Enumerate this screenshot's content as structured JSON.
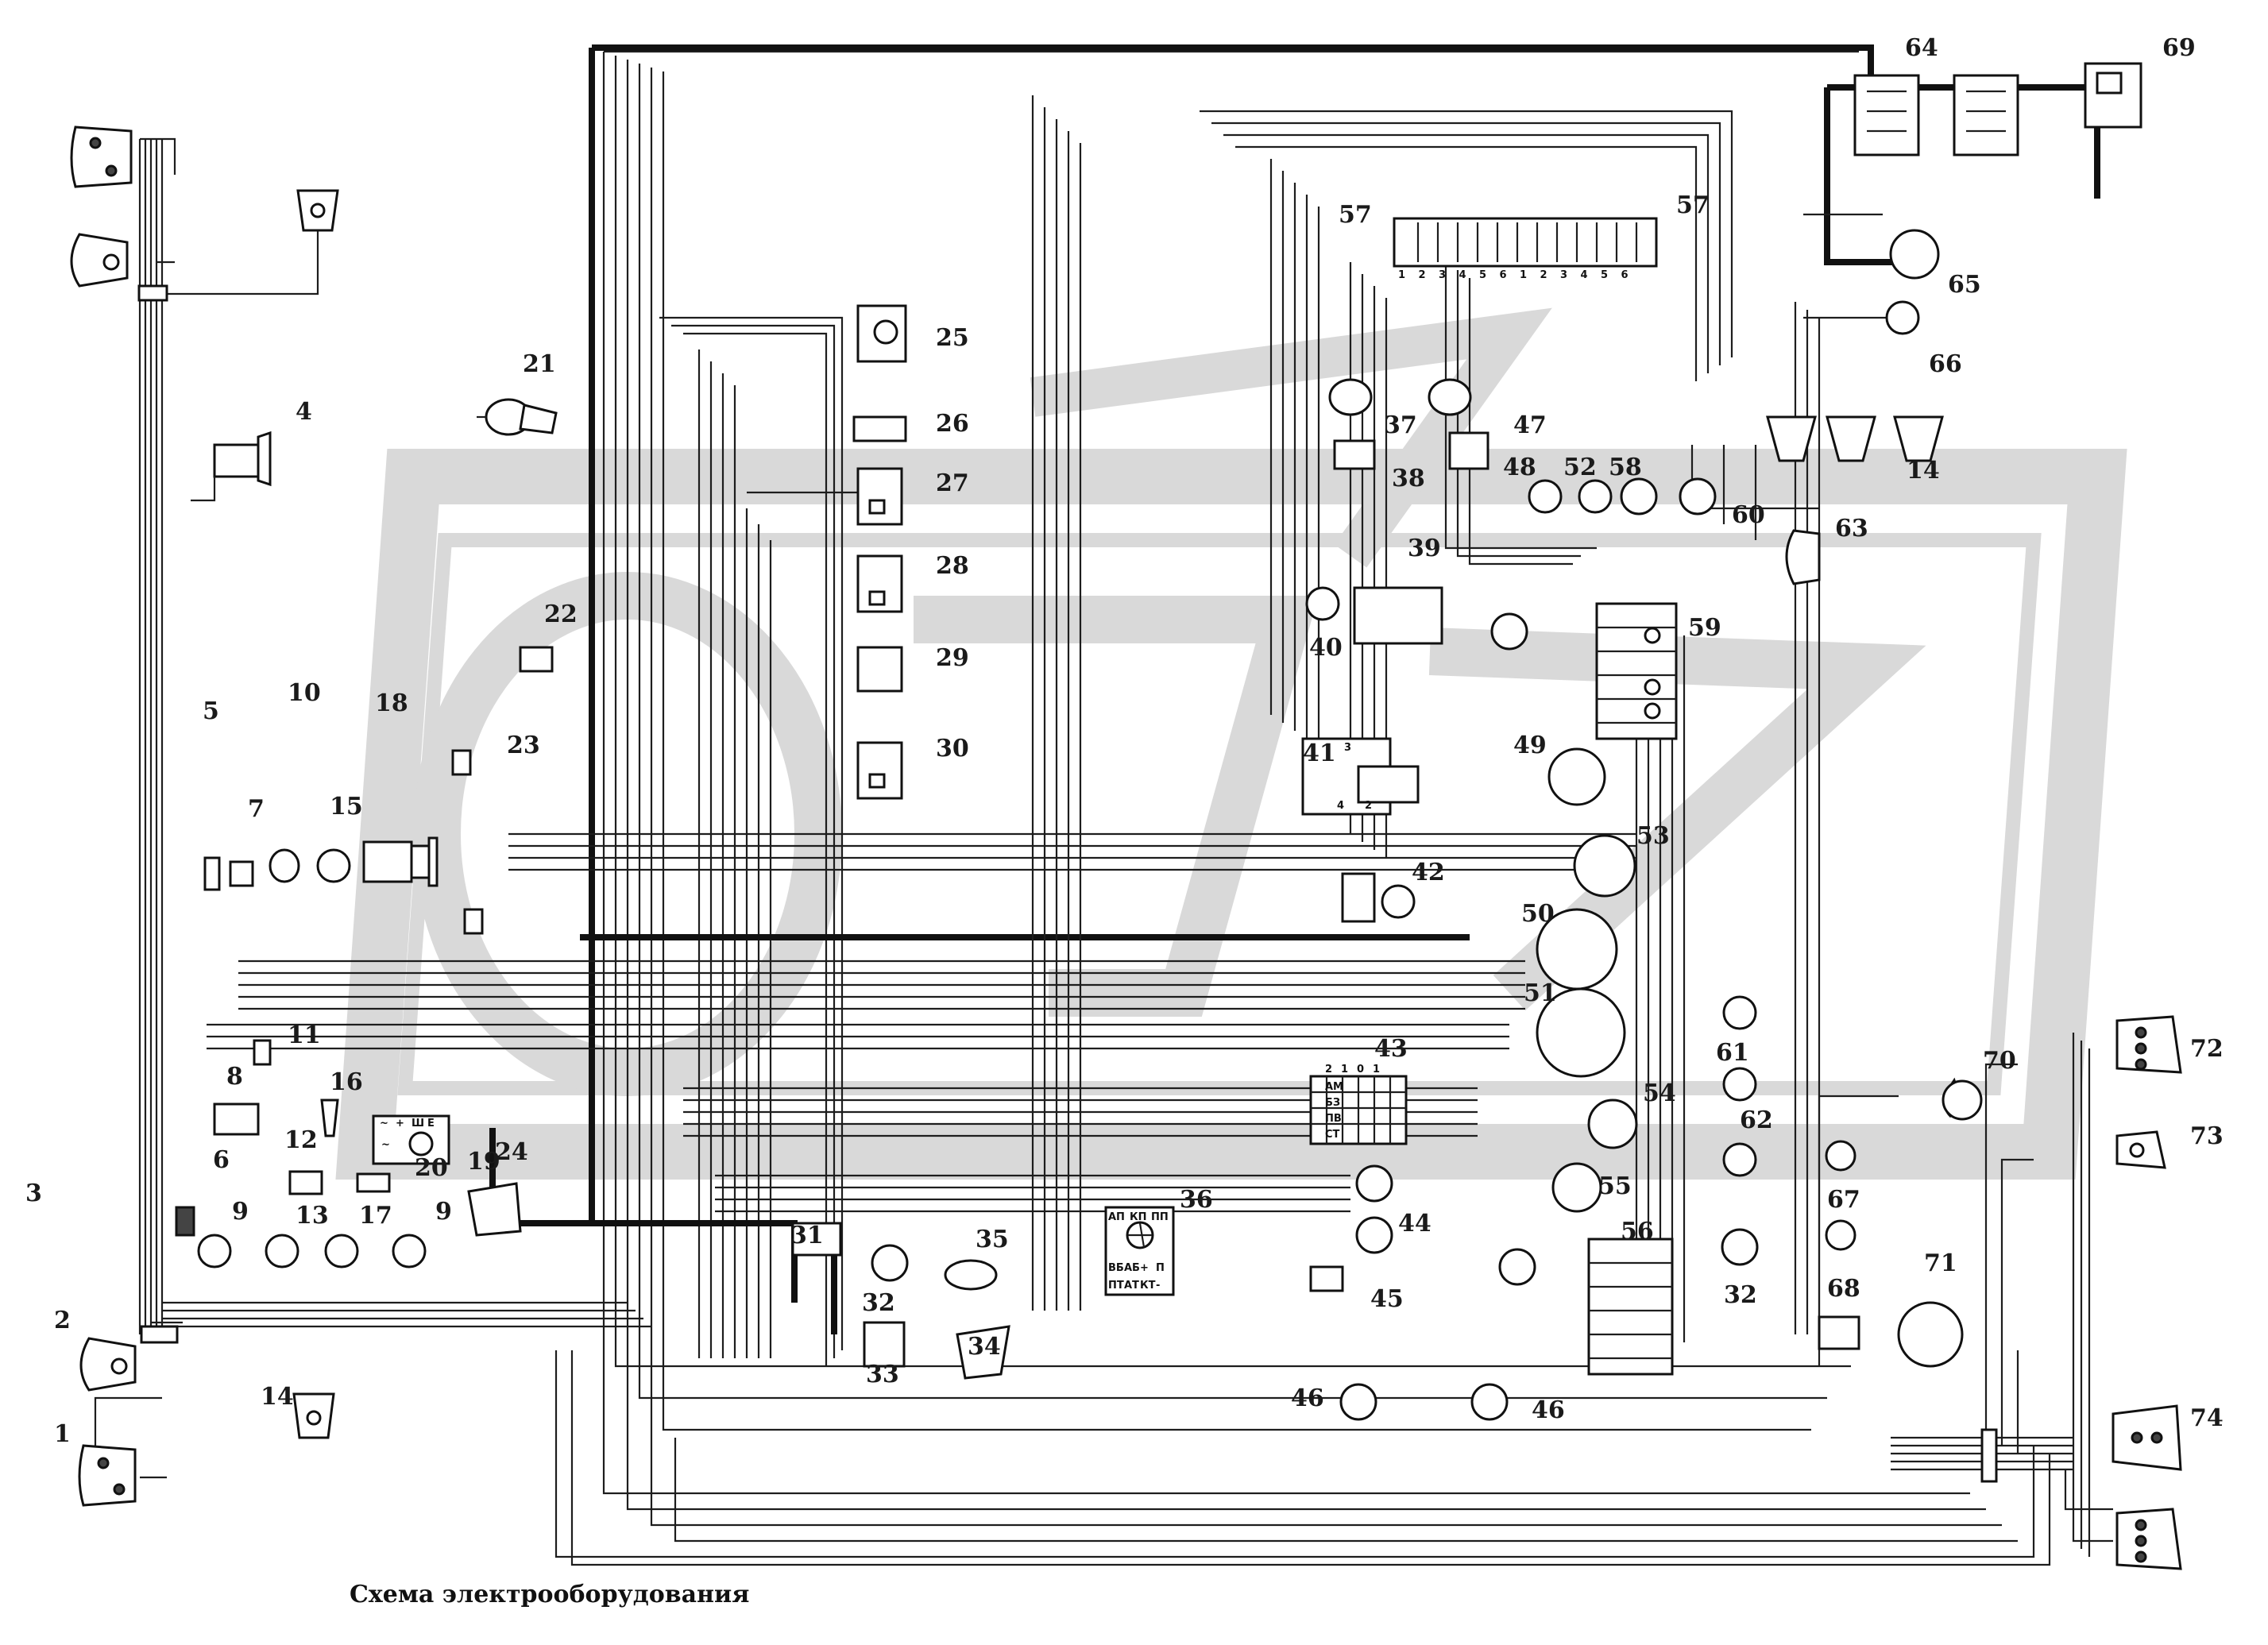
{
  "caption": "Схема электрооборудования",
  "labels": [
    "1",
    "2",
    "3",
    "4",
    "5",
    "6",
    "7",
    "8",
    "9",
    "9",
    "10",
    "11",
    "12",
    "13",
    "14",
    "14",
    "15",
    "16",
    "17",
    "18",
    "19",
    "20",
    "21",
    "22",
    "23",
    "24",
    "25",
    "26",
    "27",
    "28",
    "29",
    "30",
    "31",
    "32",
    "32",
    "33",
    "34",
    "35",
    "36",
    "37",
    "38",
    "39",
    "40",
    "41",
    "42",
    "43",
    "44",
    "45",
    "46",
    "46",
    "47",
    "48",
    "49",
    "50",
    "51",
    "52",
    "53",
    "54",
    "55",
    "56",
    "57",
    "57",
    "58",
    "59",
    "60",
    "61",
    "62",
    "63",
    "64",
    "65",
    "66",
    "67",
    "68",
    "69",
    "70",
    "71",
    "72",
    "73",
    "74"
  ],
  "terminal_marks": {
    "block57_bottom": [
      "1",
      "2",
      "3",
      "4",
      "5",
      "6",
      "1",
      "2",
      "3",
      "4",
      "5",
      "6"
    ],
    "sw41": [
      "3",
      "4",
      "2"
    ],
    "sw43_top": [
      "2",
      "1",
      "0",
      "1"
    ],
    "sw43_left": [
      "AM",
      "БЗ",
      "ПВ",
      "СТ"
    ],
    "relay36_top": [
      "АП",
      "КП",
      "ПП"
    ],
    "relay36_bottom": [
      "ВБ",
      "АБ",
      "+",
      "П"
    ],
    "relay36_bottom2": [
      "ПТ",
      "АТ",
      "КТ",
      "-"
    ],
    "gen19": [
      "~",
      "+",
      "Ш",
      "Е"
    ]
  },
  "colors": {
    "ink": "#1d1d1d",
    "paper": "#ffffff",
    "watermark": "#d8d8d8"
  }
}
